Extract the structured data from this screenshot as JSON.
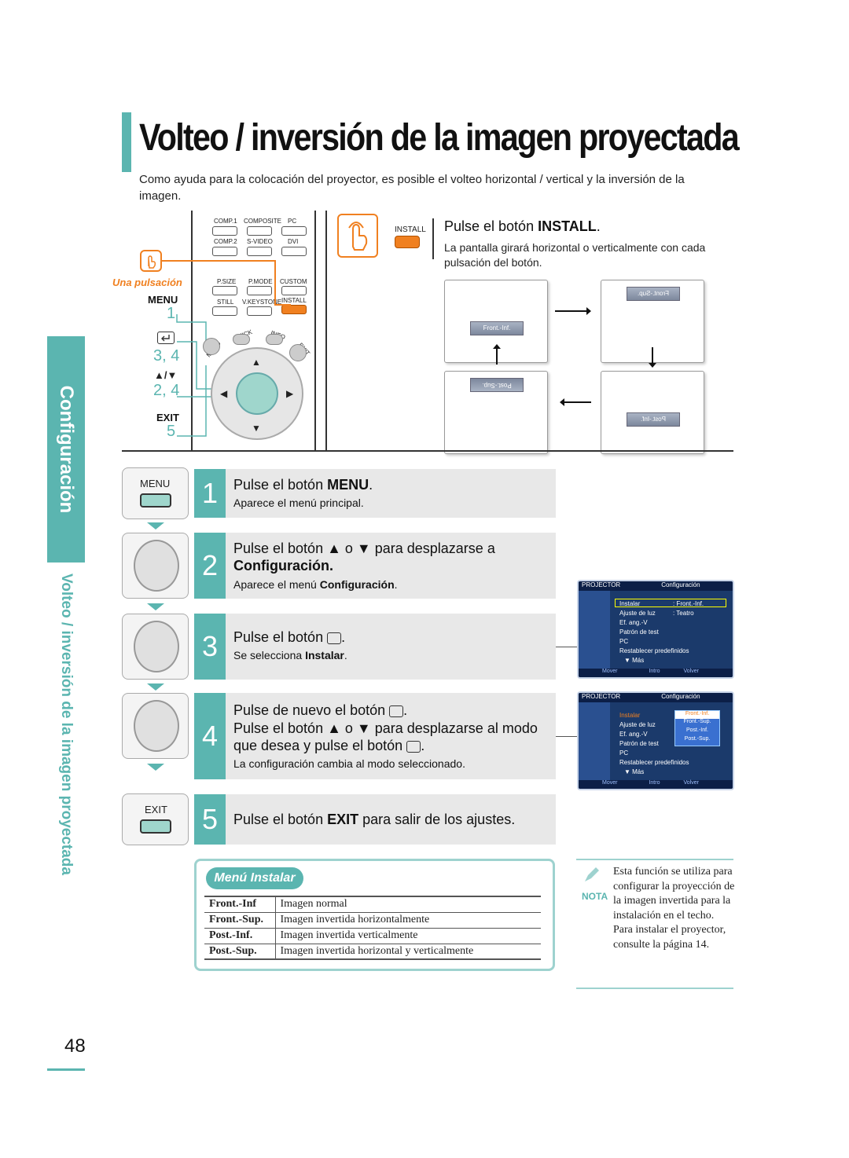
{
  "title": "Volteo / inversión de la imagen proyectada",
  "intro": "Como ayuda para la colocación del proyector, es posible el volteo horizontal / vertical y la inversión de la imagen.",
  "side_tab": "Configuración",
  "side_text": "Volteo / inversión de la imagen proyectada",
  "remote": {
    "labels": [
      "COMP.1",
      "COMPOSITE",
      "PC",
      "COMP.2",
      "S-VIDEO",
      "DVI",
      "P.SIZE",
      "P.MODE",
      "CUSTOM",
      "STILL",
      "V.KEYSTONE",
      "INSTALL",
      "QUICK",
      "INFO",
      "MENU",
      "EXIT"
    ],
    "una_pulsacion": "Una pulsación",
    "menu_label": "MENU",
    "exit_label": "EXIT",
    "step_labels": [
      "1",
      "3, 4",
      "▲/▼",
      "2, 4",
      "5"
    ]
  },
  "install_block": {
    "button_label": "INSTALL",
    "heading_pre": "Pulse el botón ",
    "heading_bold": "INSTALL",
    "heading_post": ".",
    "desc": "La pantalla girará horizontal o verticalmente con cada pulsación del botón."
  },
  "screens": [
    "Front.-Inf.",
    "Front.-Sup.",
    "Post.-Sup.",
    "Post.-Inf."
  ],
  "steps": [
    {
      "num": "1",
      "line1_pre": "Pulse el botón ",
      "line1_bold": "MENU",
      "line1_post": ".",
      "sub": "Aparece el menú principal.",
      "icon": "MENU"
    },
    {
      "num": "2",
      "line1": "Pulse el botón ▲ o ▼ para desplazarse a",
      "line2": "Configuración.",
      "sub_pre": "Aparece el menú ",
      "sub_bold": "Configuración",
      "sub_post": "."
    },
    {
      "num": "3",
      "line1": "Pulse el botón",
      "line1_post": ".",
      "sub_pre": "Se selecciona ",
      "sub_bold": "Instalar",
      "sub_post": "."
    },
    {
      "num": "4",
      "line1": "Pulse de nuevo el botón",
      "line2": "Pulse el botón ▲ o ▼ para desplazarse al modo",
      "line3": "que desea y pulse el botón",
      "sub": "La configuración cambia al modo seleccionado."
    },
    {
      "num": "5",
      "line1_pre": "Pulse el botón ",
      "line1_bold": "EXIT",
      "line1_post": " para salir de los ajustes.",
      "icon": "EXIT"
    }
  ],
  "osd": {
    "brand": "PROJECTOR",
    "header": "Configuración",
    "items": [
      "Instalar",
      "Ajuste de luz",
      "Ef. ang.-V",
      "Patrón de test",
      "PC",
      "Restablecer predefinidos",
      "▼ Más"
    ],
    "values1": [
      ": Front.-Inf.",
      ": Teatro"
    ],
    "values2": [
      "Front.-Inf.",
      "Front.-Sup.",
      "Post.-Inf.",
      "Post.-Sup."
    ],
    "footer": [
      "Mover",
      "Intro",
      "Volver"
    ]
  },
  "menu_instalar": {
    "title": "Menú Instalar",
    "rows": [
      {
        "key": "Front.-Inf",
        "value": "Imagen normal"
      },
      {
        "key": "Front.-Sup.",
        "value": "Imagen invertida horizontalmente"
      },
      {
        "key": "Post.-Inf.",
        "value": "Imagen invertida verticalmente"
      },
      {
        "key": "Post.-Sup.",
        "value": "Imagen invertida horizontal y verticalmente"
      }
    ]
  },
  "nota": {
    "label": "NOTA",
    "text": "Esta función se utiliza para configurar la proyección de la imagen invertida para la instalación en el techo. Para instalar el proyector, consulte la página 14."
  },
  "page_number": "48",
  "colors": {
    "accent": "#5bb5b0",
    "orange": "#f08020",
    "osd_blue": "#1b3a6b"
  }
}
